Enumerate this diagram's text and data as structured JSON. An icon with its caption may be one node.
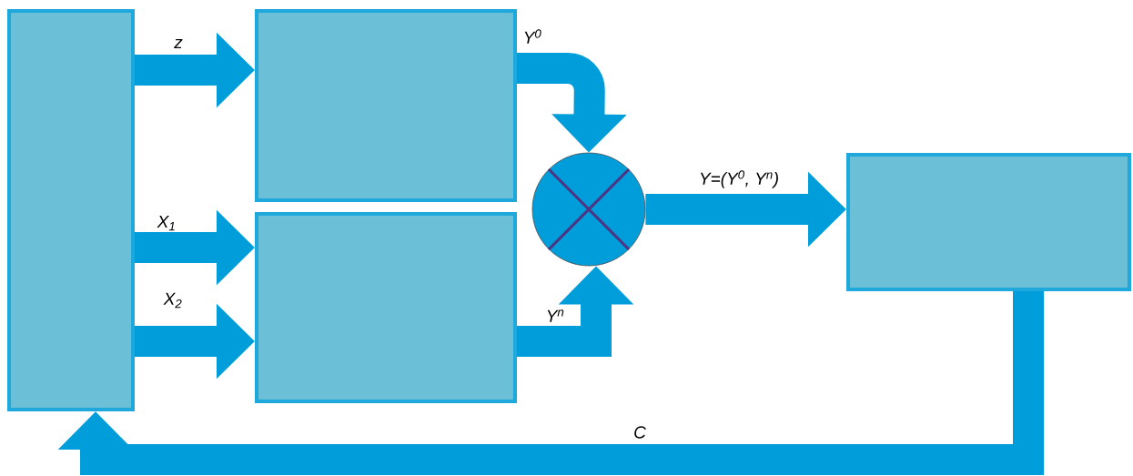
{
  "diagram": {
    "nodes": [
      {
        "text": [],
        "shape": "box"
      },
      {
        "text": [],
        "shape": "box"
      },
      {
        "text": [],
        "shape": "box"
      },
      {
        "text": [],
        "shape": "circle"
      },
      {
        "text": [],
        "shape": "box"
      }
    ],
    "edges": [
      {
        "from": 0,
        "to": 1,
        "arrow": "to",
        "label": "z"
      },
      {
        "from": 0,
        "to": 2,
        "arrow": "to",
        "label": "X$_{1}$"
      },
      {
        "from": 0,
        "to": 2,
        "arrow": "to",
        "label": "X$_{2}$"
      },
      {
        "from": 1,
        "to": 3,
        "arrow": "to",
        "label": "Y$^{0}$"
      },
      {
        "from": 2,
        "to": 3,
        "arrow": "to",
        "label": "Y$^{n}$"
      },
      {
        "from": 3,
        "to": 4,
        "arrow": "to",
        "label": "Y=(Y$^{0}$, Y$^{n}$)"
      },
      {
        "from": 4,
        "to": 0,
        "arrow": "to",
        "label": "C"
      }
    ]
  }
}
